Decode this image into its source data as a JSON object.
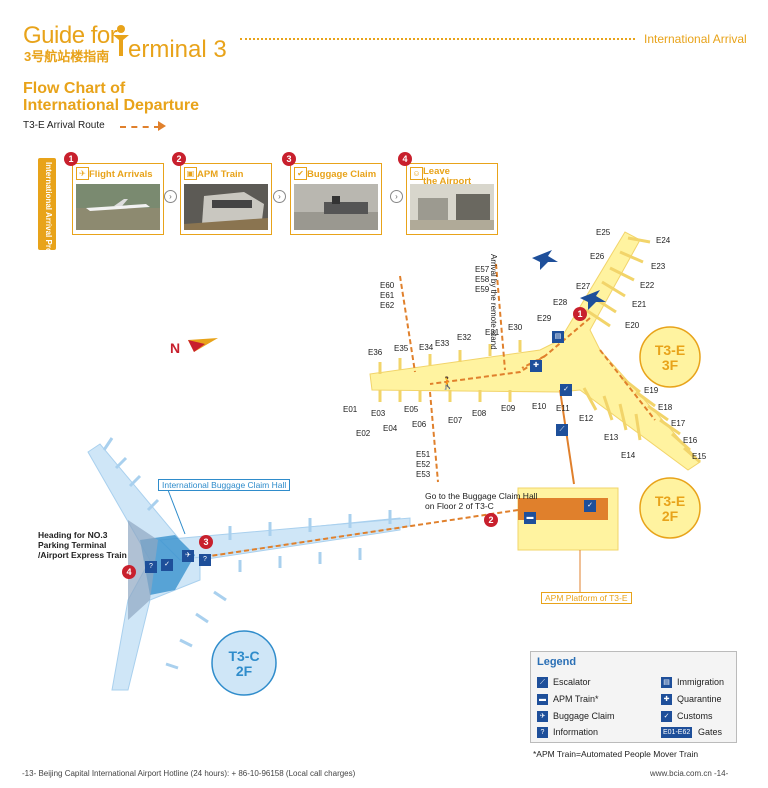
{
  "header": {
    "guide_for": "Guide for",
    "terminal": "erminal 3",
    "chinese": "3号航站楼指南",
    "section": "International Arrival"
  },
  "title": {
    "line1": "Flow Chart of",
    "line2": "International Departure"
  },
  "route_label": "T3-E Arrival Route",
  "procedures_tab": "International Arrival Procedures",
  "steps": [
    {
      "num": "1",
      "label": "Flight Arrivals"
    },
    {
      "num": "2",
      "label": "APM Train"
    },
    {
      "num": "3",
      "label": "Buggage Claim"
    },
    {
      "num": "4",
      "label": "Leave the Airport"
    }
  ],
  "step4_l1": "Leave",
  "step4_l2": "the Airport",
  "gates": {
    "e25": "E25",
    "e24": "E24",
    "e26": "E26",
    "e23": "E23",
    "e27": "E27",
    "e22": "E22",
    "e28": "E28",
    "e21": "E21",
    "e29": "E29",
    "e20": "E20",
    "e30": "E30",
    "e31": "E31",
    "e32": "E32",
    "e33": "E33",
    "e34": "E34",
    "e35": "E35",
    "e36": "E36",
    "e19": "E19",
    "e18": "E18",
    "e17": "E17",
    "e16": "E16",
    "e15": "E15",
    "e14": "E14",
    "e13": "E13",
    "e12": "E12",
    "e11": "E11",
    "e10": "E10",
    "e09": "E09",
    "e08": "E08",
    "e07": "E07",
    "e06": "E06",
    "e05": "E05",
    "e04": "E04",
    "e03": "E03",
    "e02": "E02",
    "e01": "E01",
    "e57": "E57",
    "e58": "E58",
    "e59": "E59",
    "e60": "E60",
    "e61": "E61",
    "e62": "E62",
    "e51": "E51",
    "e52": "E52",
    "e53": "E53"
  },
  "remote_stand": "Arrival by the remote stand",
  "north": "N",
  "t3e_3f": {
    "l1": "T3-E",
    "l2": "3F"
  },
  "t3e_2f": {
    "l1": "T3-E",
    "l2": "2F"
  },
  "t3c_2f": {
    "l1": "T3-C",
    "l2": "2F"
  },
  "go_to_claim": {
    "l1": "Go to the Buggage Claim Hall",
    "l2": "on Floor 2 of T3-C"
  },
  "intl_claim_hall": "International Buggage Claim Hall",
  "heading": {
    "l1": "Heading for NO.3",
    "l2": "Parking Terminal",
    "l3": "/Airport Express Train"
  },
  "apm_platform": "APM Platform of T3-E",
  "legend": {
    "title": "Legend",
    "escalator": "Escalator",
    "apm": "APM Train*",
    "baggage": "Buggage Claim",
    "info": "Information",
    "immigration": "Immigration",
    "quarantine": "Quarantine",
    "customs": "Customs",
    "gates_chip": "E01-E62",
    "gates": "Gates"
  },
  "footnote": "*APM Train=Automated People Mover Train",
  "footer_left": "-13-   Beijing Capital International Airport Hotline (24 hours): + 86-10-96158 (Local call charges)",
  "footer_right": "www.bcia.com.cn  -14-",
  "colors": {
    "accent": "#e8a31a",
    "route": "#e0802c",
    "t3e": "#fff3a0",
    "t3c": "#cfe6f7",
    "icon": "#1e4f9a",
    "marker": "#c8202d"
  }
}
